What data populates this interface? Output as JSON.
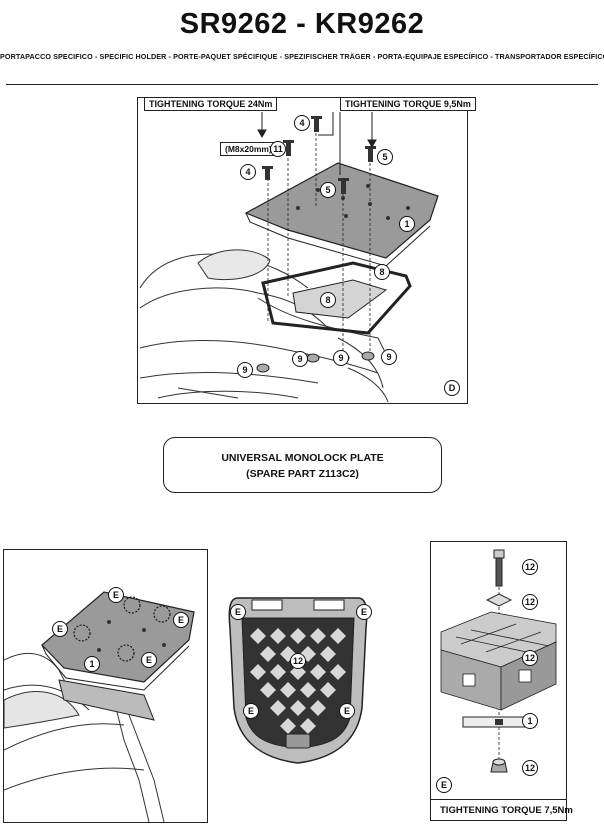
{
  "header": {
    "title": "SR9262 - KR9262",
    "subtitle": "PORTAPACCO SPECIFICO - SPECIFIC HOLDER - PORTE-PAQUET SPÉCIFIQUE - SPEZIFISCHER TRÄGER - PORTA-EQUIPAJE ESPECÍFICO - TRANSPORTADOR ESPECÍFICO"
  },
  "diagram_d": {
    "torque_left": "TIGHTENING TORQUE 24Nm",
    "torque_right": "TIGHTENING TORQUE 9,5Nm",
    "bolt_size": "(M8x20mm)",
    "callouts": [
      "4",
      "11",
      "4",
      "5",
      "5",
      "1",
      "8",
      "8",
      "9",
      "9",
      "9",
      "9"
    ],
    "panel_letter": "D"
  },
  "monolock": {
    "line1": "UNIVERSAL MONOLOCK PLATE",
    "line2": "(SPARE PART Z113C2)"
  },
  "diagram_e_left": {
    "callouts": [
      "E",
      "E",
      "E",
      "1",
      "E"
    ]
  },
  "diagram_e_plate": {
    "callouts": [
      "E",
      "E",
      "12",
      "E",
      "E"
    ]
  },
  "diagram_e_right": {
    "callouts": [
      "12",
      "12",
      "12",
      "1",
      "12"
    ],
    "panel_letter": "E",
    "torque": "TIGHTENING TORQUE 7,5Nm"
  }
}
